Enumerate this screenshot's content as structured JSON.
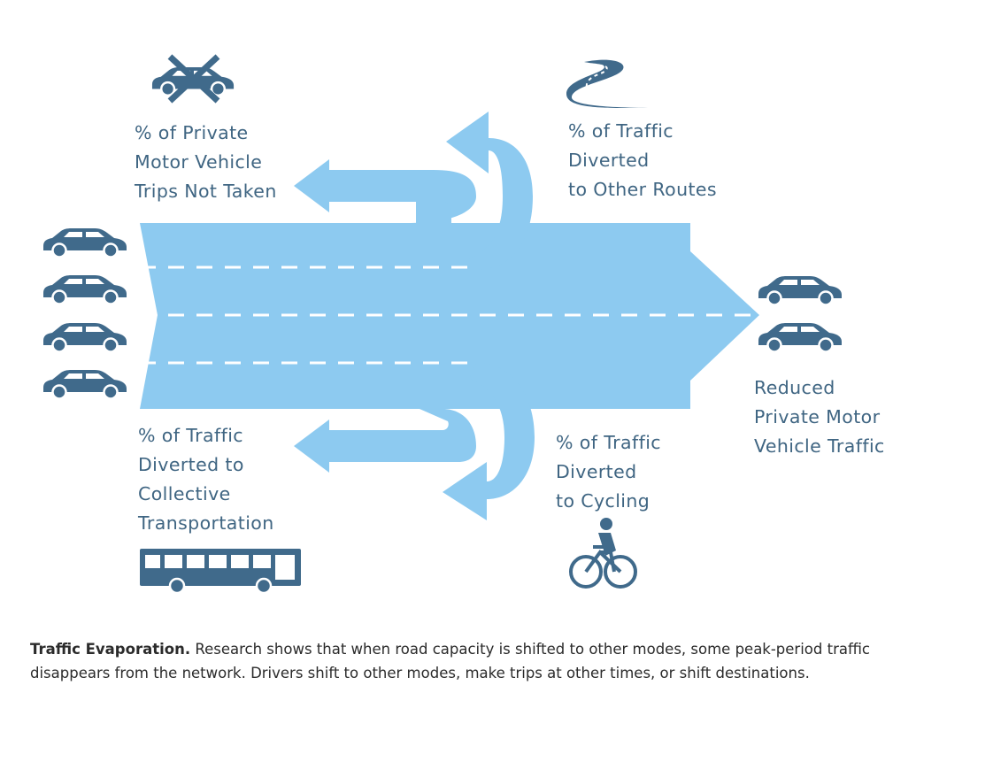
{
  "diagram": {
    "labels": {
      "trips_not_taken": [
        "% of Private",
        "Motor Vehicle",
        "Trips Not Taken"
      ],
      "other_routes": [
        "% of Traffic",
        "Diverted",
        "to Other Routes"
      ],
      "collective": [
        "% of Traffic",
        "Diverted to",
        "Collective",
        "Transportation"
      ],
      "cycling": [
        "% of Traffic",
        "Diverted",
        "to Cycling"
      ],
      "reduced": [
        "Reduced",
        "Private Motor",
        "Vehicle Traffic"
      ]
    },
    "icons": [
      "crossed-out-car-icon",
      "winding-road-icon",
      "bus-icon",
      "cyclist-icon",
      "car-icon"
    ],
    "colors": {
      "arrow": "#8dcaf0",
      "text": "#3f6582",
      "icon": "#406a8b",
      "lane_marking": "#ffffff"
    }
  },
  "caption": {
    "title": "Traffic Evaporation.",
    "body": " Research shows that when road capacity is shifted to other modes, some peak-period traffic disappears from the network. Drivers shift to other modes, make trips at other times, or shift destinations."
  }
}
